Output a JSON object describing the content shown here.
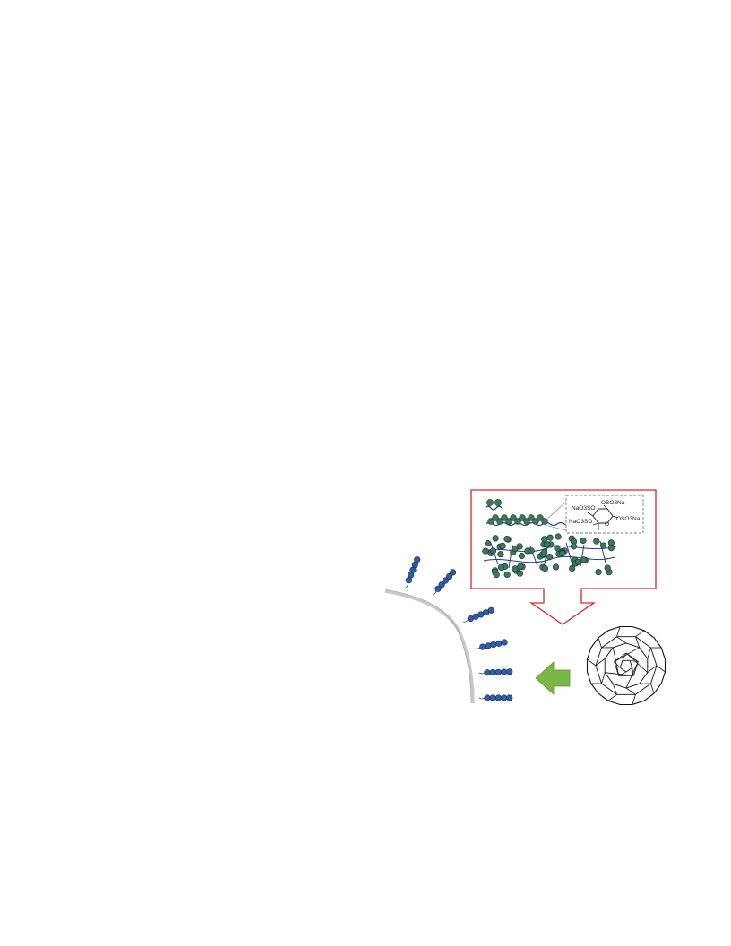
{
  "figure": {
    "inset": {
      "structure_labels": [
        "NaO3SO",
        "OSO3Na",
        "NaO3SO",
        "OSO3Na",
        "O"
      ],
      "border_color": "#d9262a"
    },
    "colors": {
      "bead_blue": "#2f5fa6",
      "bead_green": "#3f7a4e",
      "backbone": "#1f3f8f",
      "surface": "#c8c8c8",
      "arrow_green": "#7ab648"
    },
    "icons": {
      "fullerene": "fullerene-icon",
      "arrow": "left-arrow-icon"
    }
  }
}
